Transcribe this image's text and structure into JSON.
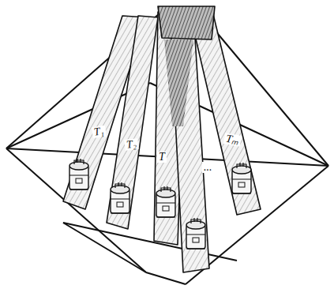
{
  "diagram": {
    "labels": [
      "T₁",
      "T₂",
      "T",
      "...",
      "Tₘ"
    ]
  }
}
